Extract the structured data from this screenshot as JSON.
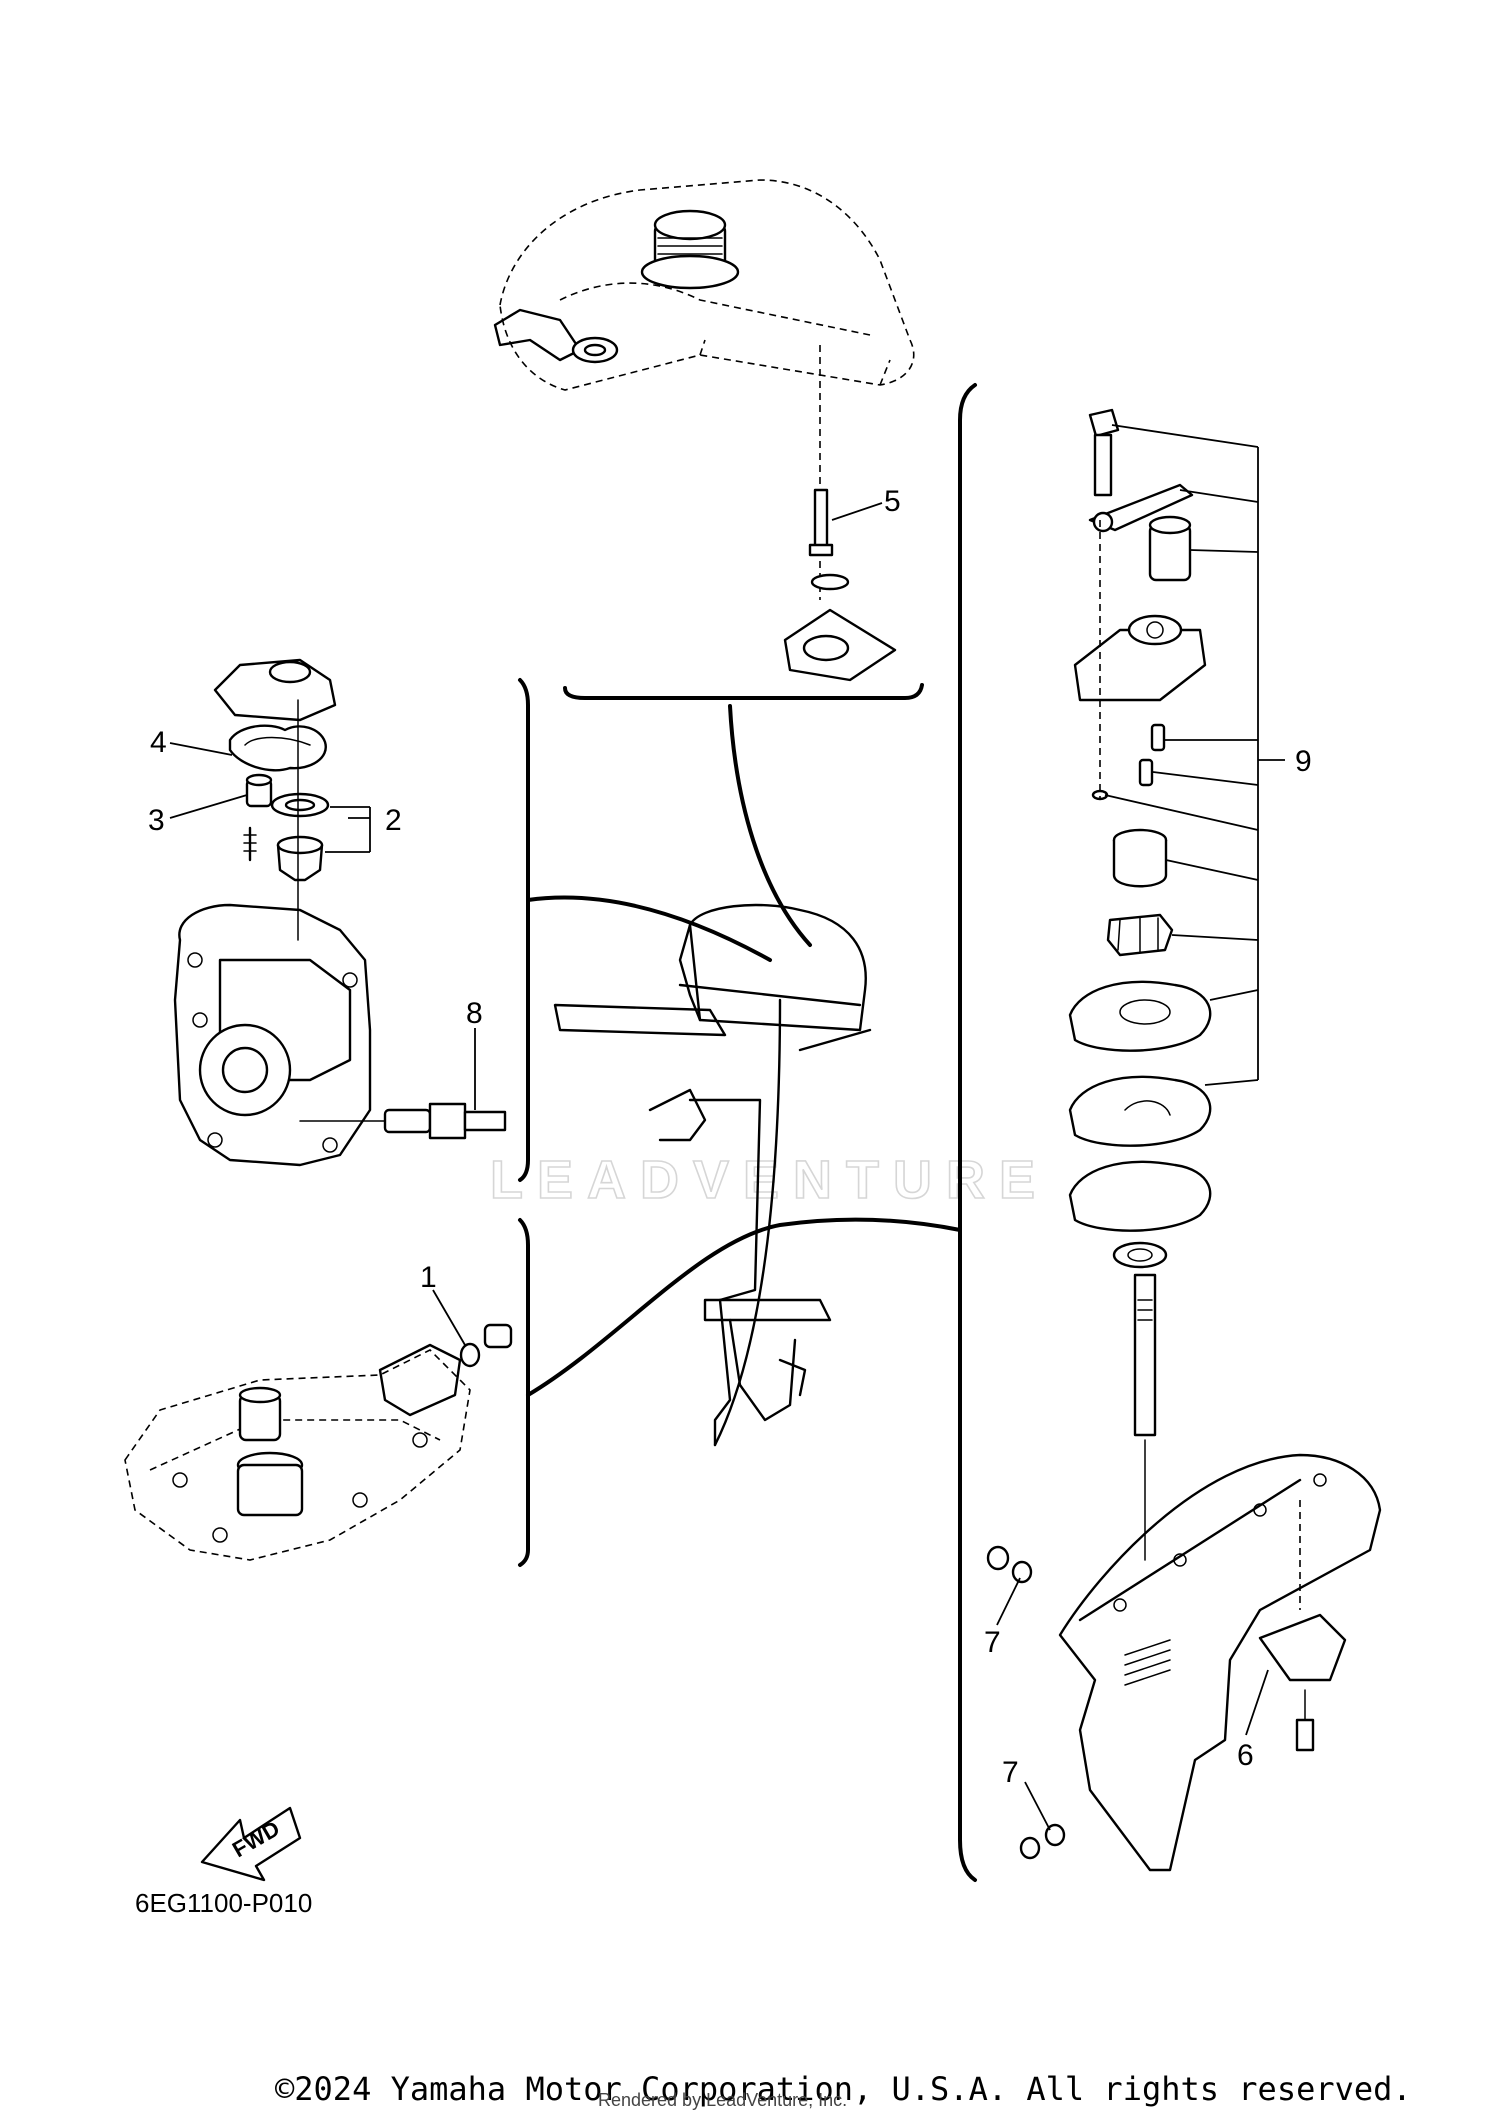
{
  "callouts": [
    {
      "id": "1",
      "label": "1"
    },
    {
      "id": "2",
      "label": "2"
    },
    {
      "id": "3",
      "label": "3"
    },
    {
      "id": "4",
      "label": "4"
    },
    {
      "id": "5",
      "label": "5"
    },
    {
      "id": "6",
      "label": "6"
    },
    {
      "id": "7a",
      "label": "7"
    },
    {
      "id": "7b",
      "label": "7"
    },
    {
      "id": "8",
      "label": "8"
    },
    {
      "id": "9",
      "label": "9"
    }
  ],
  "fwd_label": "FWD",
  "diagram_code": "6EG1100-P010",
  "watermark": "LEADVENTURE",
  "copyright": "©2024 Yamaha Motor Corporation, U.S.A. All rights reserved.",
  "rendered_by": "Rendered by LeadVenture, Inc."
}
